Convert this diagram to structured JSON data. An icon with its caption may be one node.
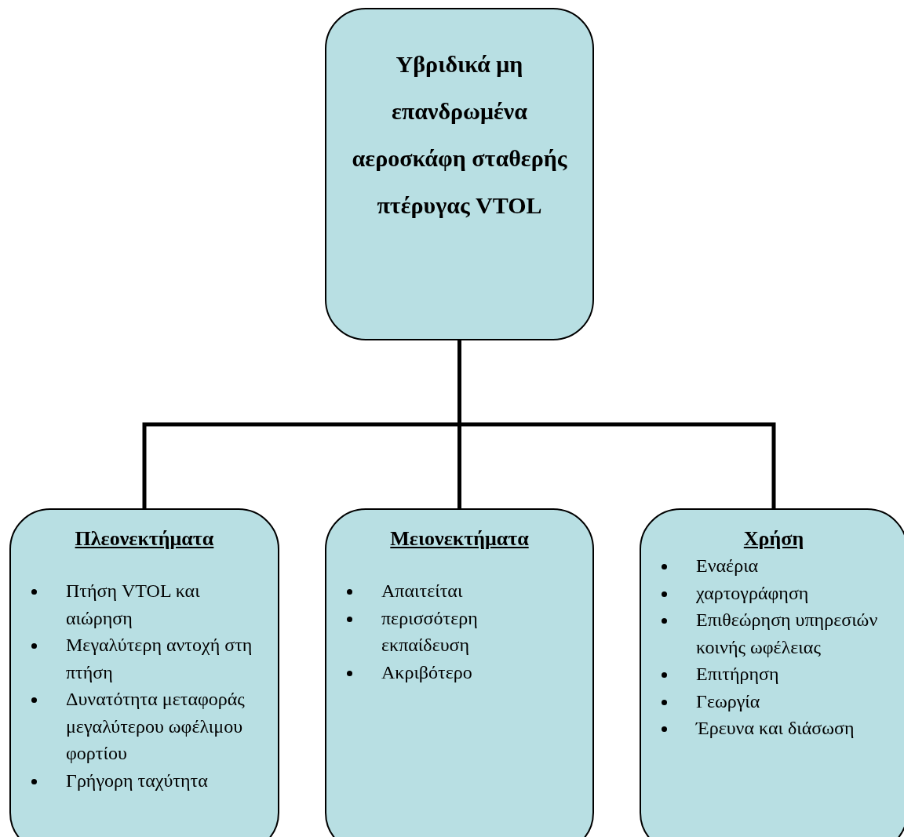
{
  "diagram": {
    "nodes": [
      {
        "text": [
          "Υβριδικά μη επανδρωμένα αεροσκάφη σταθερής πτέρυγας VTOL"
        ]
      },
      {
        "text": [
          "Πλεονεκτήματα",
          "Πτήση VTOL και αιώρηση",
          "Μεγαλύτερη αντοχή στη πτήση",
          "Δυνατότητα μεταφοράς μεγαλύτερου ωφέλιμου φορτίου",
          "Γρήγορη ταχύτητα"
        ]
      },
      {
        "text": [
          "Μειονεκτήματα",
          "Απαιτείται",
          "περισσότερη εκπαίδευση",
          "Ακριβότερο"
        ]
      },
      {
        "text": [
          "Χρήση",
          "Εναέρια",
          "χαρτογράφηση",
          "Επιθεώρηση υπηρεσιών κοινής ωφέλειας",
          "Επιτήρηση",
          "Γεωργία",
          "Έρευνα και διάσωση"
        ]
      }
    ],
    "edges": [
      {
        "from": 0,
        "to": 1,
        "arrow": "none"
      },
      {
        "from": 0,
        "to": 2,
        "arrow": "none"
      },
      {
        "from": 0,
        "to": 3,
        "arrow": "none"
      }
    ]
  }
}
